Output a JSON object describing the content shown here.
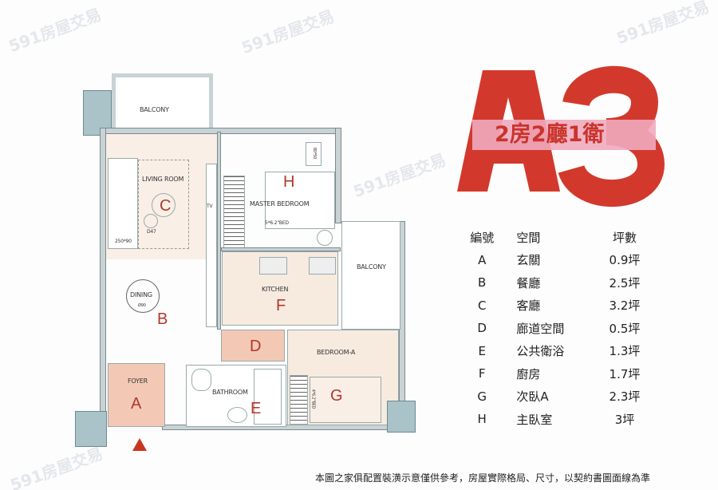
{
  "title": {
    "code_a": "A",
    "code_3": "3",
    "layout": "2房2廳1衛"
  },
  "plan": {
    "rooms": {
      "balcony_top": "BALCONY",
      "living": "LIVING ROOM",
      "tv": "TV",
      "master": "MASTER BEDROOM",
      "bed_master": "5*6.2\"BED",
      "desk": "80*50",
      "sofa": "250*90",
      "table_c": "D47",
      "dining": "DINING",
      "dining_size": "Ø90",
      "kitchen": "KITCHEN",
      "balcony_right": "BALCONY",
      "bedroom_a": "BEDROOM-A",
      "bed_a": "4*6.2\"BED",
      "foyer": "FOYER",
      "bathroom": "BATHROOM"
    },
    "letters": {
      "A": "A",
      "B": "B",
      "C": "C",
      "D": "D",
      "E": "E",
      "F": "F",
      "G": "G",
      "H": "H"
    }
  },
  "table": {
    "headers": [
      "編號",
      "空間",
      "坪數"
    ],
    "rows": [
      [
        "A",
        "玄關",
        "0.9坪"
      ],
      [
        "B",
        "餐廳",
        "2.5坪"
      ],
      [
        "C",
        "客廳",
        "3.2坪"
      ],
      [
        "D",
        "廊道空間",
        "0.5坪"
      ],
      [
        "E",
        "公共衛浴",
        "1.3坪"
      ],
      [
        "F",
        "廚房",
        "1.7坪"
      ],
      [
        "G",
        "次臥A",
        "2.3坪"
      ],
      [
        "H",
        "主臥室",
        "3坪"
      ]
    ]
  },
  "footnote": "本圖之家俱配置裝潢示意僅供參考，房屋實際格局、尺寸，以契約書圖面線為準",
  "watermark": "591房屋交易",
  "colors": {
    "accent": "#d2392c",
    "band": "#eea9b8",
    "beige": "#f7ebe0",
    "pink": "#f3c9b5"
  }
}
